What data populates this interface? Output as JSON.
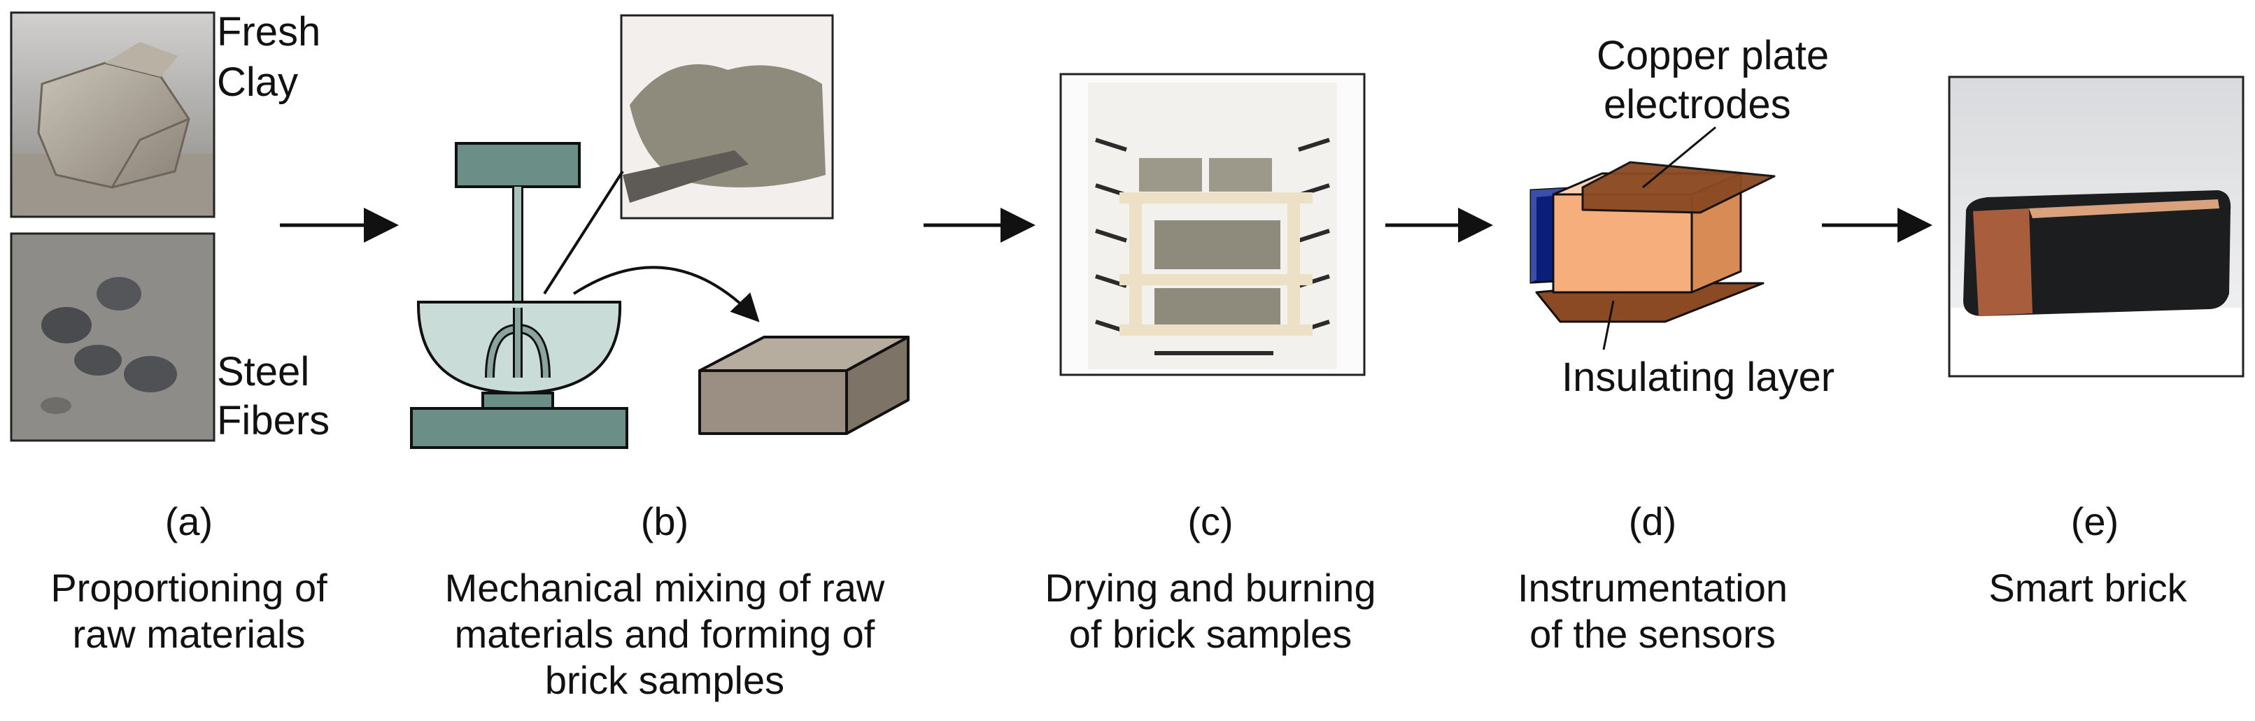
{
  "panel_a": {
    "clay_label_line1": "Fresh",
    "clay_label_line2": "Clay",
    "fiber_label_line1": "Steel",
    "fiber_label_line2": "Fibers"
  },
  "panel_d": {
    "electrode_label_line1": "Copper plate",
    "electrode_label_line2": "electrodes",
    "insulation_label": "Insulating layer"
  },
  "steps": [
    {
      "letter": "(a)",
      "caption_lines": [
        "Proportioning of",
        "raw materials"
      ]
    },
    {
      "letter": "(b)",
      "caption_lines": [
        "Mechanical mixing of raw",
        "materials and forming of",
        "brick samples"
      ]
    },
    {
      "letter": "(c)",
      "caption_lines": [
        "Drying and burning",
        "of brick samples"
      ]
    },
    {
      "letter": "(d)",
      "caption_lines": [
        "Instrumentation",
        "of the sensors"
      ]
    },
    {
      "letter": "(e)",
      "caption_lines": [
        "Smart brick"
      ]
    }
  ],
  "colors": {
    "mixer": "#6b8f86",
    "bowl": "#c9dcd7",
    "brick_gray": "#9a8f82",
    "brick_orange": "#f6ae7c",
    "copper": "#8b4a24",
    "insulator": "#0b1f7a",
    "kiln_shelf": "#ece1c6"
  }
}
